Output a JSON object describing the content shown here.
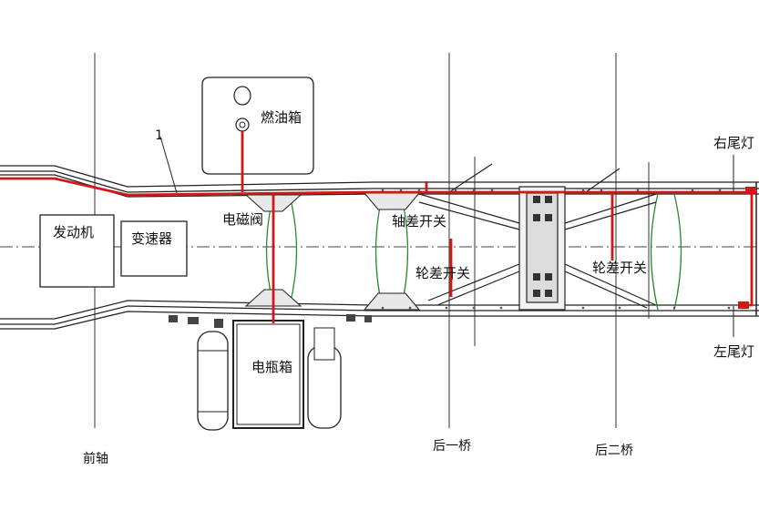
{
  "labels": {
    "part_number": "1",
    "fuel_tank": "燃油箱",
    "solenoid_valve": "电磁阀",
    "engine": "发动机",
    "gearbox": "变速器",
    "battery_box": "电瓶箱",
    "axle_diff_switch": "轴差开关",
    "wheel_diff_switch_left": "轮差开关",
    "wheel_diff_switch_right": "轮差开关",
    "right_tail_light": "右尾灯",
    "left_tail_light": "左尾灯",
    "front_axle": "前轴",
    "rear_axle_1": "后一桥",
    "rear_axle_2": "后二桥"
  },
  "colors": {
    "wiring": "#d01818",
    "frame": "#222222",
    "crossmember": "#2a8a2a",
    "background": "#ffffff"
  }
}
